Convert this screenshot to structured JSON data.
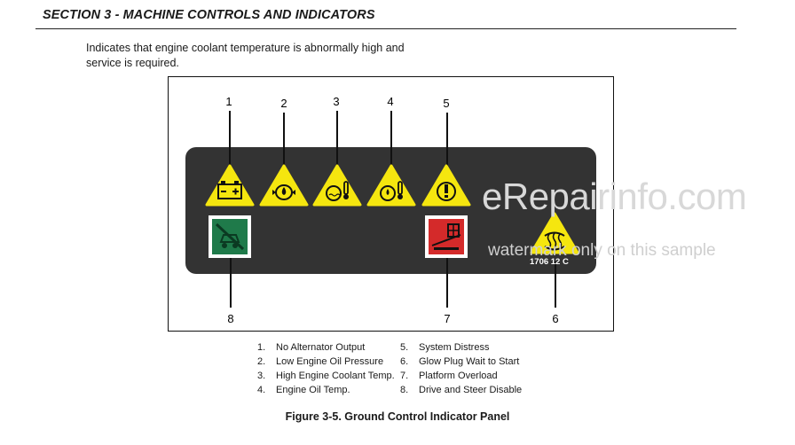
{
  "header": {
    "title": "SECTION 3 - MACHINE CONTROLS AND INDICATORS"
  },
  "intro": {
    "text": "Indicates that engine coolant temperature is abnormally high and service is required."
  },
  "figure": {
    "callouts": [
      "1",
      "2",
      "3",
      "4",
      "5",
      "6",
      "7",
      "8"
    ],
    "part_number": "1706 12 C",
    "watermark": "eRepairinfo.com",
    "watermark_sub": "watermark only on this sample",
    "colors": {
      "panel": "#333333",
      "warning_yellow": "#f5e60f",
      "green_indicator": "#1f7a4a",
      "red_indicator": "#d42a2a"
    },
    "icons": [
      "battery-icon",
      "oil-can-icon",
      "coolant-temp-icon",
      "oil-temp-icon",
      "distress-icon",
      "glow-plug-icon",
      "platform-overload-icon",
      "drive-steer-disable-icon"
    ]
  },
  "legend": {
    "left": [
      {
        "n": "1.",
        "label": "No Alternator Output"
      },
      {
        "n": "2.",
        "label": "Low Engine Oil Pressure"
      },
      {
        "n": "3.",
        "label": "High Engine Coolant Temp."
      },
      {
        "n": "4.",
        "label": "Engine Oil Temp."
      }
    ],
    "right": [
      {
        "n": "5.",
        "label": "System Distress"
      },
      {
        "n": "6.",
        "label": "Glow Plug Wait to Start"
      },
      {
        "n": "7.",
        "label": "Platform Overload"
      },
      {
        "n": "8.",
        "label": "Drive and Steer Disable"
      }
    ]
  },
  "caption": "Figure 3-5. Ground Control Indicator Panel"
}
